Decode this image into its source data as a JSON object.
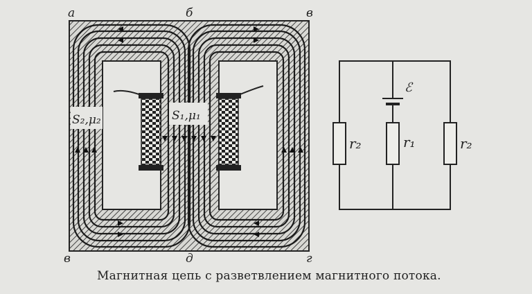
{
  "corner_labels": {
    "top_left": "а",
    "top_middle": "б",
    "top_right": "в",
    "bottom_left": "в",
    "bottom_middle": "д",
    "bottom_right": "г"
  },
  "core_labels": {
    "side": "S₂,μ₂",
    "center": "S₁,μ₁"
  },
  "circuit_labels": {
    "emf": "ℰ",
    "r_left": "r₂",
    "r_center": "r₁",
    "r_right": "r₂"
  },
  "caption": "Магнитная цепь с разветвлением магнитного потока."
}
